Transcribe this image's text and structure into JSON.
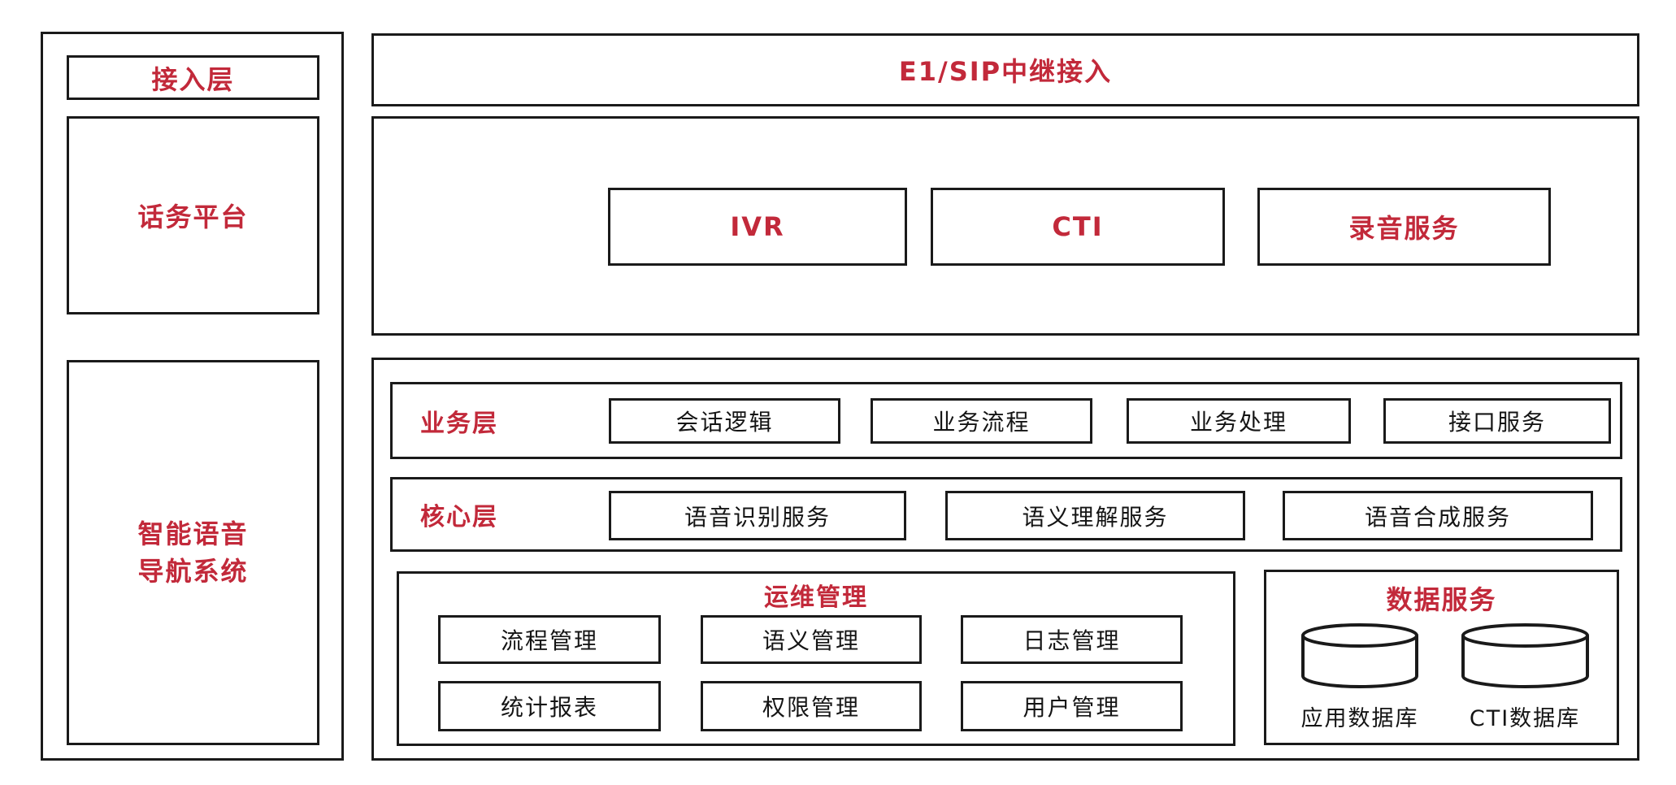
{
  "colors": {
    "accent_red": "#c2293a",
    "border_black": "#1a1a1a",
    "text_black": "#141414",
    "background": "#ffffff"
  },
  "left_panel": {
    "access_layer_label": "接入层",
    "telephony_platform_label": "话务平台",
    "nav_system_line1": "智能语音",
    "nav_system_line2": "导航系统"
  },
  "trunk_access": {
    "label": "E1/SIP中继接入"
  },
  "telephony_services": {
    "items": [
      {
        "label": "IVR"
      },
      {
        "label": "CTI"
      },
      {
        "label": "录音服务"
      }
    ]
  },
  "business_layer": {
    "label": "业务层",
    "items": [
      "会话逻辑",
      "业务流程",
      "业务处理",
      "接口服务"
    ]
  },
  "core_layer": {
    "label": "核心层",
    "items": [
      "语音识别服务",
      "语义理解服务",
      "语音合成服务"
    ]
  },
  "ops_management": {
    "title": "运维管理",
    "items": [
      "流程管理",
      "语义管理",
      "日志管理",
      "统计报表",
      "权限管理",
      "用户管理"
    ]
  },
  "data_services": {
    "title": "数据服务",
    "databases": [
      {
        "label": "应用数据库"
      },
      {
        "label": "CTI数据库"
      }
    ]
  }
}
